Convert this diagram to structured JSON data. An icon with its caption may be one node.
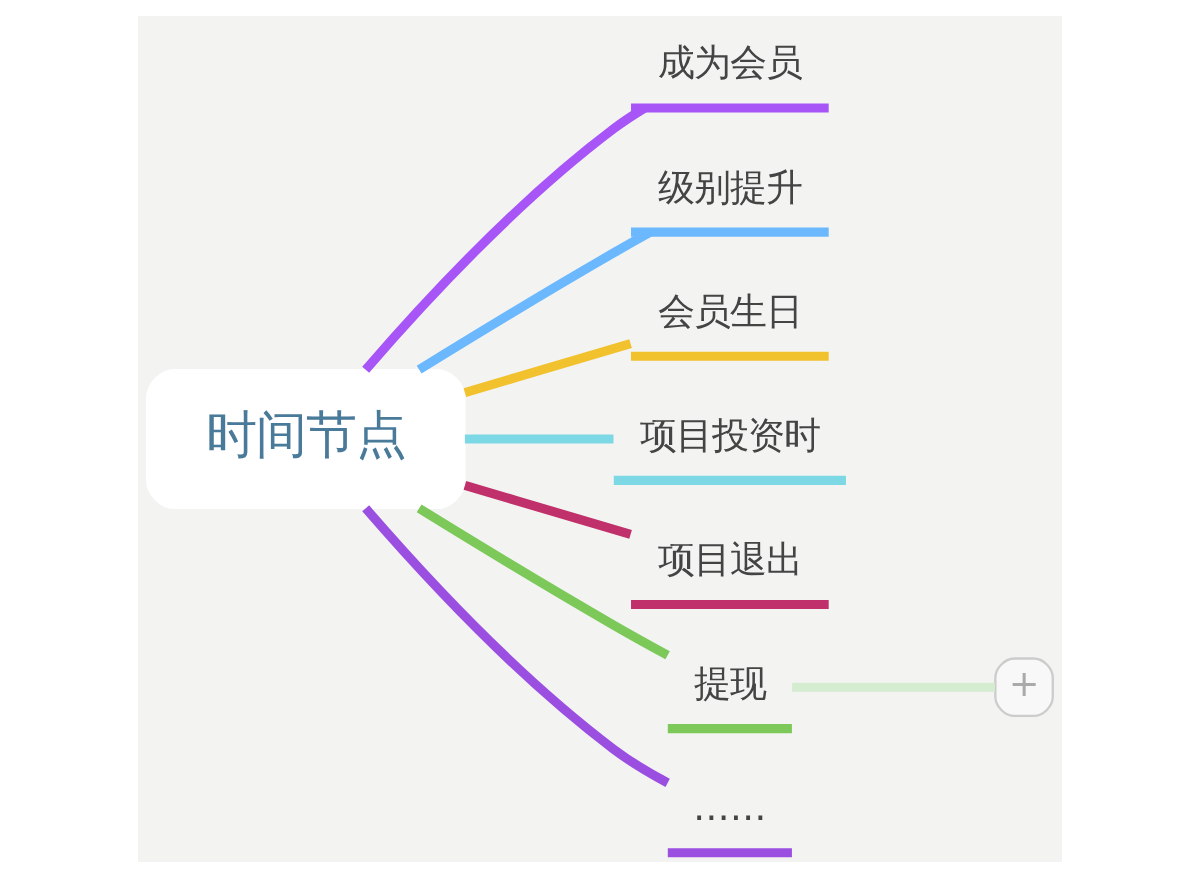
{
  "diagram": {
    "nodes": [
      {
        "text": [
          "时间节点"
        ]
      },
      {
        "text": [
          "成为会员"
        ]
      },
      {
        "text": [
          "级别提升"
        ]
      },
      {
        "text": [
          "会员生日"
        ]
      },
      {
        "text": [
          "项目投资时"
        ]
      },
      {
        "text": [
          "项目退出"
        ]
      },
      {
        "text": [
          "提现"
        ]
      },
      {
        "text": [
          "……"
        ]
      },
      {
        "text": [
          "+"
        ]
      }
    ],
    "edges": [
      {
        "from": 0,
        "to": 1,
        "arrow": "none",
        "color": "#a855f7"
      },
      {
        "from": 0,
        "to": 2,
        "arrow": "none",
        "color": "#6bb8ff"
      },
      {
        "from": 0,
        "to": 3,
        "arrow": "none",
        "color": "#f2c12e"
      },
      {
        "from": 0,
        "to": 4,
        "arrow": "none",
        "color": "#7dd8e6"
      },
      {
        "from": 0,
        "to": 5,
        "arrow": "none",
        "color": "#c0306a"
      },
      {
        "from": 0,
        "to": 6,
        "arrow": "none",
        "color": "#7cc95a"
      },
      {
        "from": 0,
        "to": 7,
        "arrow": "none",
        "color": "#9b4fe0"
      },
      {
        "from": 6,
        "to": 8,
        "arrow": "none",
        "color": "#d4ecd0"
      }
    ]
  }
}
